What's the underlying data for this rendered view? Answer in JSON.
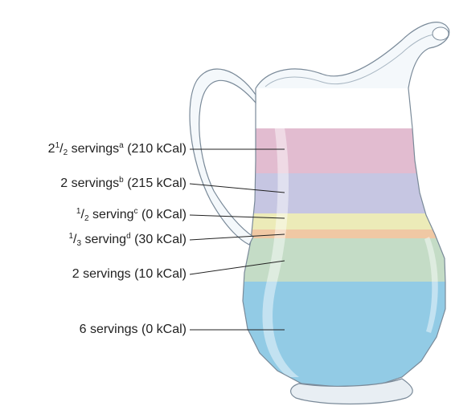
{
  "labels": [
    {
      "whole": "2",
      "num": "1",
      "den": "2",
      "text": "servings",
      "note": "a",
      "kcal": "(210 kCal)"
    },
    {
      "whole": "2",
      "num": "",
      "den": "",
      "text": "servings",
      "note": "b",
      "kcal": "(215 kCal)"
    },
    {
      "whole": "",
      "num": "1",
      "den": "2",
      "text": "serving",
      "note": "c",
      "kcal": "(0 kCal)"
    },
    {
      "whole": "",
      "num": "1",
      "den": "3",
      "text": "serving",
      "note": "d",
      "kcal": "(30 kCal)"
    },
    {
      "whole": "2",
      "num": "",
      "den": "",
      "text": "servings",
      "note": "",
      "kcal": "(10 kCal)"
    },
    {
      "whole": "6",
      "num": "",
      "den": "",
      "text": "servings",
      "note": "",
      "kcal": "(0 kCal)"
    }
  ],
  "colors": {
    "layer1": "#e2bcd0",
    "layer2": "#c6c6e2",
    "layer3": "#ecebb8",
    "layer4": "#f0c8a4",
    "layer5": "#c4dcc6",
    "layer6": "#92cbe5",
    "outline": "#7a8a99"
  }
}
